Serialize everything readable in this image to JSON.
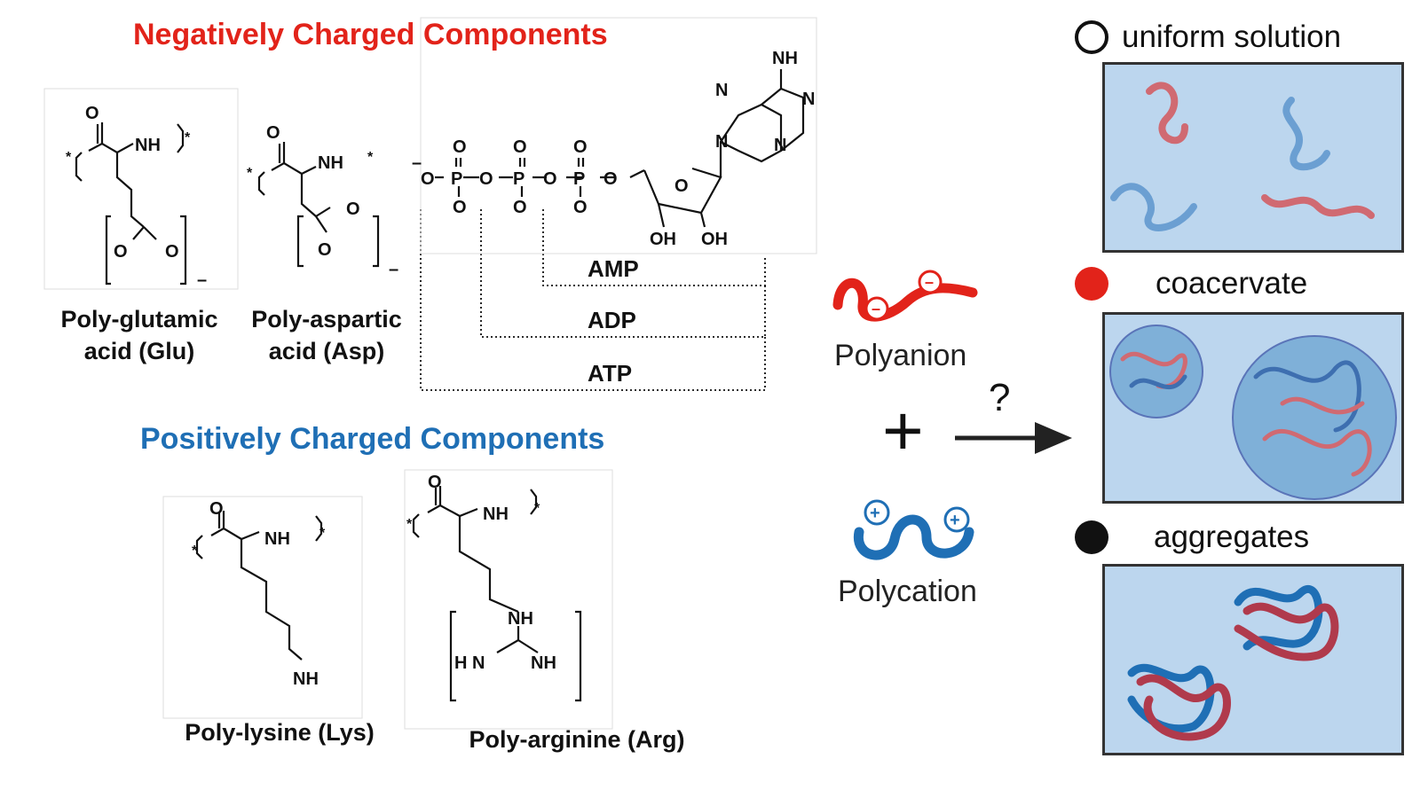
{
  "negative": {
    "heading": "Negatively Charged Components",
    "glu_caption": "Poly-glutamic acid (Glu)",
    "asp_caption": "Poly-aspartic acid (Asp)",
    "amp": "AMP",
    "adp": "ADP",
    "atp": "ATP"
  },
  "positive": {
    "heading": "Positively Charged Components",
    "lys_caption": "Poly-lysine (Lys)",
    "arg_caption": "Poly-arginine (Arg)"
  },
  "middle": {
    "polyanion": "Polyanion",
    "polycation": "Polycation",
    "plus": "+",
    "question": "?"
  },
  "states": [
    {
      "label": "uniform solution",
      "marker": "open-circle"
    },
    {
      "label": "coacervate",
      "marker": "red-dot"
    },
    {
      "label": "aggregates",
      "marker": "black-dot"
    }
  ],
  "colors": {
    "negative": "#e2231a",
    "positive": "#1f6fb5",
    "panel": "#bcd6ee",
    "red_strand": "#d06a72",
    "blue_strand": "#6b9fd2"
  }
}
